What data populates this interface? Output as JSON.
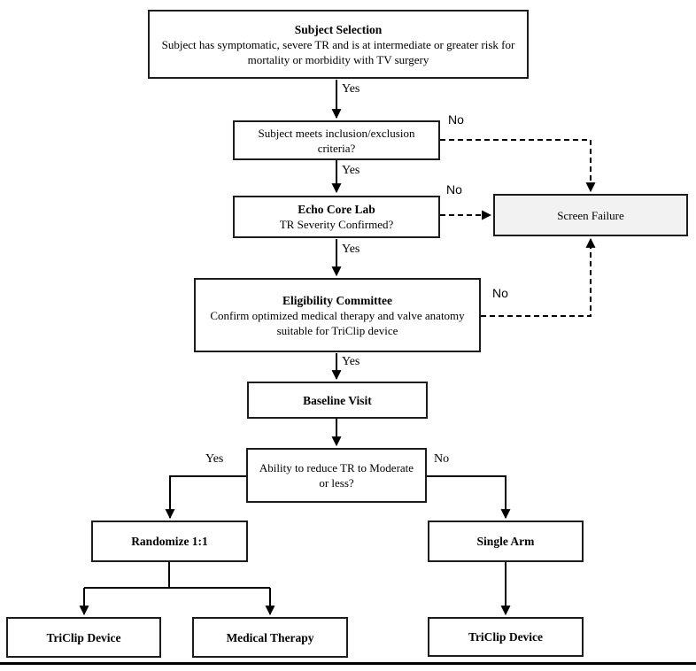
{
  "diagram": {
    "nodes": {
      "subject_selection": {
        "title": "Subject Selection",
        "body_lines": [
          "Subject has symptomatic, severe TR and is at intermediate or greater risk for",
          "mortality or morbidity with TV surgery"
        ]
      },
      "inclusion_criteria": {
        "body_lines": [
          "Subject meets inclusion/exclusion",
          "criteria?"
        ]
      },
      "echo_core_lab": {
        "title": "Echo Core Lab",
        "body_lines": [
          "TR Severity Confirmed?"
        ]
      },
      "screen_failure": {
        "label": "Screen Failure"
      },
      "eligibility_committee": {
        "title": "Eligibility Committee",
        "body_lines": [
          "Confirm optimized medical therapy and valve anatomy",
          "suitable for TriClip device"
        ]
      },
      "baseline_visit": {
        "title": "Baseline Visit"
      },
      "reduce_tr_decision": {
        "body_lines": [
          "Ability to reduce TR to Moderate",
          "or less?"
        ]
      },
      "randomize": {
        "title": "Randomize 1:1"
      },
      "single_arm": {
        "title": "Single Arm"
      },
      "triclip_device_randomized": {
        "title": "TriClip Device"
      },
      "medical_therapy": {
        "title": "Medical Therapy"
      },
      "triclip_device_single_arm": {
        "title": "TriClip Device"
      }
    },
    "edge_labels": {
      "subject_yes": "Yes",
      "criteria_no": "No",
      "criteria_yes": "Yes",
      "echo_no": "No",
      "echo_yes": "Yes",
      "eligibility_no": "No",
      "eligibility_yes": "Yes",
      "decision_yes": "Yes",
      "decision_no": "No"
    },
    "colors": {
      "background": "#ffffff",
      "line": "#000000",
      "box_border": "#1c1c1c",
      "box_fill": "#ffffff",
      "screen_failure_fill": "#f2f2f2"
    }
  }
}
